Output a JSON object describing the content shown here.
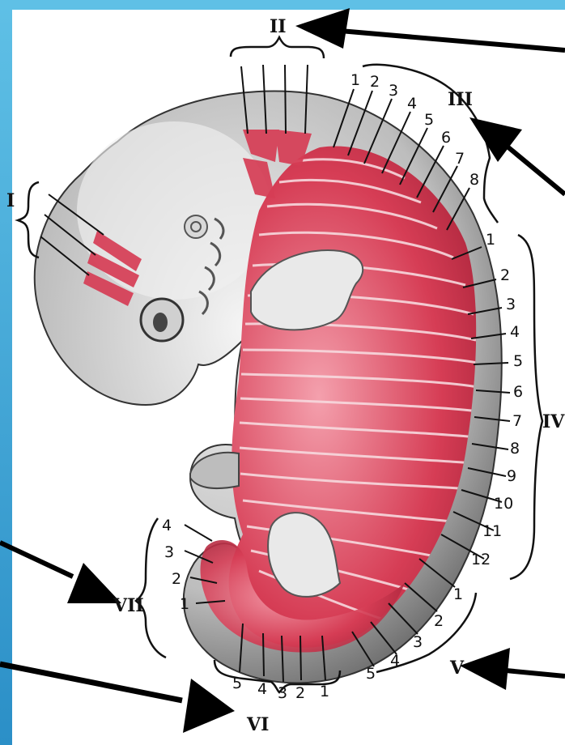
{
  "colors": {
    "frame": "#3ea7d6",
    "muscle": "#d63d55",
    "skin": "#8e8e8e",
    "arrow": "#000000"
  },
  "groups": {
    "I": "I",
    "II": "II",
    "III": "III",
    "IV": "IV",
    "V": "V",
    "VI": "VI",
    "VII": "VII"
  },
  "numbers": {
    "iii": [
      "1",
      "2",
      "3",
      "4",
      "5",
      "6",
      "7",
      "8"
    ],
    "iv": [
      "1",
      "2",
      "3",
      "4",
      "5",
      "6",
      "7",
      "8",
      "9",
      "10",
      "11",
      "12"
    ],
    "v": [
      "1",
      "2",
      "3",
      "4",
      "5"
    ],
    "vi": [
      "5",
      "4",
      "3",
      "2",
      "1"
    ],
    "vii": [
      "4",
      "3",
      "2",
      "1"
    ]
  }
}
